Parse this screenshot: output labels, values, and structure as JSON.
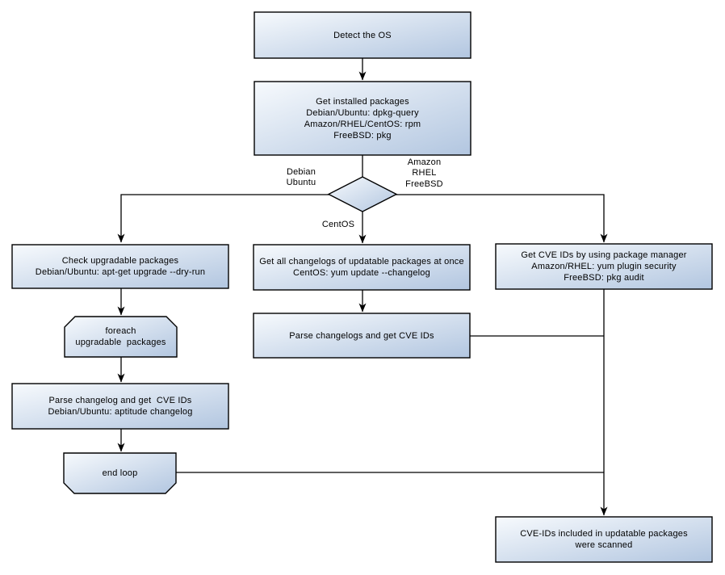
{
  "colors": {
    "background": "#ffffff",
    "node_fill_start": "#f7fafd",
    "node_fill_end": "#b2c6e0",
    "node_border": "#000000",
    "connector": "#000000",
    "text": "#000000"
  },
  "nodes": {
    "detect_os": {
      "shape": "process",
      "label": "Detect the OS"
    },
    "get_installed_packages": {
      "shape": "process",
      "label": "Get installed packages\nDebian/Ubuntu: dpkg-query\nAmazon/RHEL/CentOS: rpm\nFreeBSD: pkg"
    },
    "os_decision": {
      "shape": "decision-diamond",
      "label": ""
    },
    "check_upgradable": {
      "shape": "process",
      "label": "Check upgradable packages\nDebian/Ubuntu: apt-get upgrade --dry-run"
    },
    "foreach_loop_start": {
      "shape": "loop-start",
      "label": "foreach\nupgradable  packages"
    },
    "parse_changelog_debian": {
      "shape": "process",
      "label": "Parse changelog and get  CVE IDs\nDebian/Ubuntu: aptitude changelog"
    },
    "end_loop": {
      "shape": "loop-end",
      "label": "end loop"
    },
    "get_all_changelogs": {
      "shape": "process",
      "label": "Get all changelogs of updatable packages at once\nCentOS: yum update --changelog"
    },
    "parse_changelogs_centos": {
      "shape": "process",
      "label": "Parse changelogs and get CVE IDs"
    },
    "get_cve_ids_pkg_manager": {
      "shape": "process",
      "label": "Get CVE IDs by using package manager\nAmazon/RHEL: yum plugin security\nFreeBSD: pkg audit"
    },
    "scan_result": {
      "shape": "process",
      "label": "CVE-IDs included in updatable packages\nwere scanned"
    }
  },
  "edge_labels": {
    "debian_ubuntu": "Debian\nUbuntu",
    "amazon_rhel_freebsd": "Amazon\nRHEL\nFreeBSD",
    "centos": "CentOS"
  }
}
